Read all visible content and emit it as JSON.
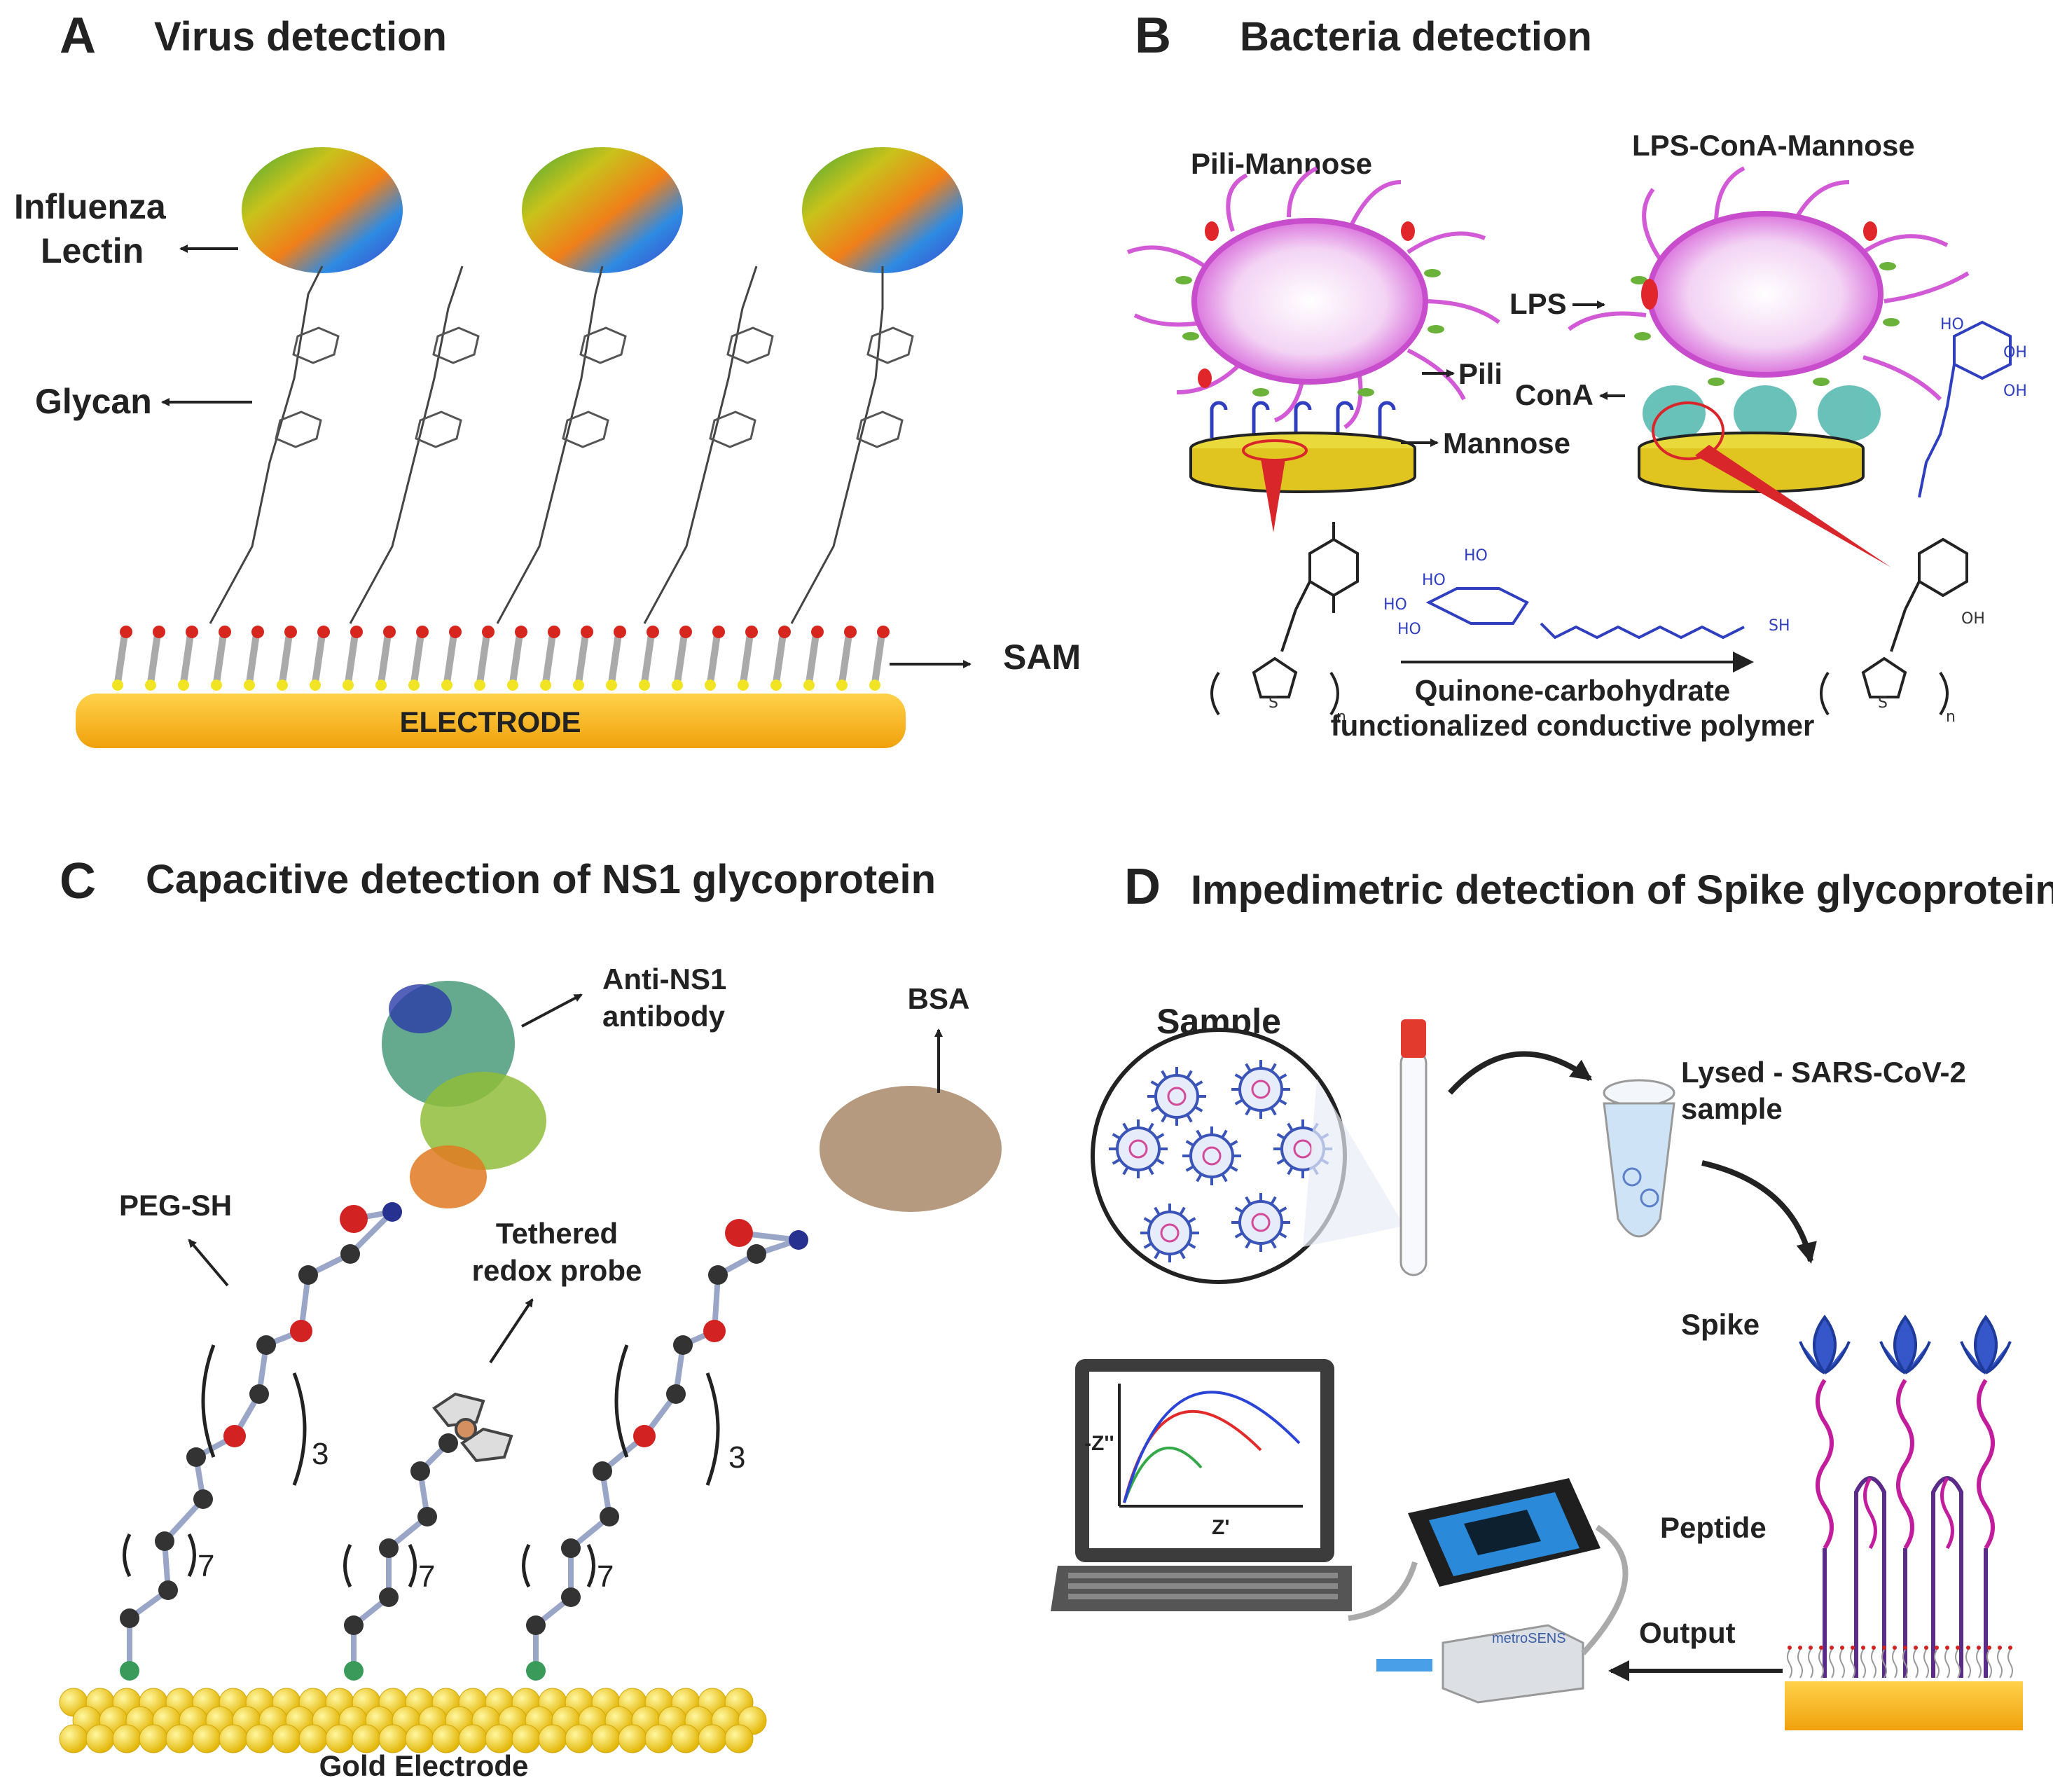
{
  "panels": {
    "a": {
      "letter": "A",
      "title": "Virus detection",
      "labels": {
        "lectin_line1": "Influenza",
        "lectin_line2": "Lectin",
        "glycan": "Glycan",
        "sam": "SAM",
        "electrode": "ELECTRODE"
      }
    },
    "b": {
      "letter": "B",
      "title": "Bacteria detection",
      "labels": {
        "pili_mannose": "Pili-Mannose",
        "lps_cona_mannose": "LPS-ConA-Mannose",
        "lps": "LPS",
        "pili": "Pili",
        "cona": "ConA",
        "mannose": "Mannose",
        "reaction_line1": "Quinone-carbohydrate",
        "reaction_line2": "functionalized conductive polymer",
        "chem_ho1": "HO",
        "chem_ho2": "HO",
        "chem_ho3": "HO",
        "chem_ho4": "HO",
        "chem_ho5": "HO",
        "chem_oh1": "OH",
        "chem_oh2": "OH",
        "chem_oh3": "OH",
        "chem_sh": "SH",
        "chem_s": "S",
        "chem_n1": "n",
        "chem_n2": "n"
      }
    },
    "c": {
      "letter": "C",
      "title": "Capacitive detection of NS1 glycoprotein",
      "labels": {
        "antibody_line1": "Anti-NS1",
        "antibody_line2": "antibody",
        "bsa": "BSA",
        "peg_sh": "PEG-SH",
        "tether_line1": "Tethered",
        "tether_line2": "redox probe",
        "sub3a": "3",
        "sub3b": "3",
        "sub7a": "7",
        "sub7b": "7",
        "sub7c": "7",
        "gold_electrode": "Gold Electrode"
      }
    },
    "d": {
      "letter": "D",
      "title": "Impedimetric detection of Spike glycoprotein",
      "labels": {
        "sample": "Sample",
        "lysed_line1": "Lysed - SARS-CoV-2",
        "lysed_line2": "sample",
        "spike": "Spike",
        "peptide": "Peptide",
        "output": "Output",
        "y_axis": "-Z''",
        "x_axis": "Z'",
        "device_brand": "metroSENS"
      }
    }
  },
  "colors": {
    "electrode_gold": "#f6b317",
    "gold_sphere": "#f3d21c",
    "bacteria_pink": "#d35ad6",
    "mannose_blue": "#2f3fbf",
    "spike_blue": "#3557c9",
    "peptide_magenta": "#c21d9c",
    "arrow_dark": "#222222"
  }
}
